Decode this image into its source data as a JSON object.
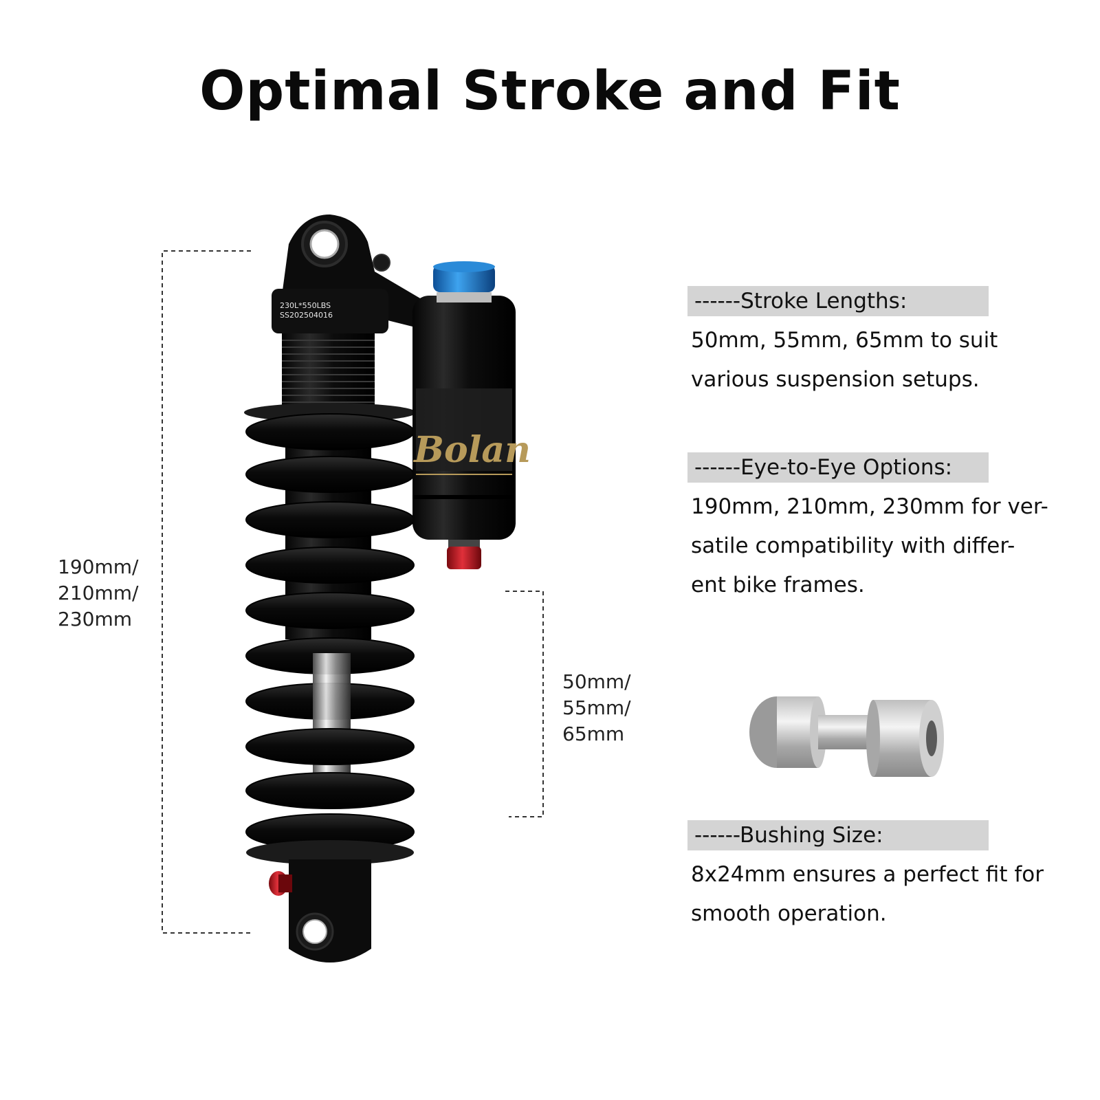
{
  "title": "Optimal Stroke and Fit",
  "dimensions": {
    "eye_to_eye_label": [
      "190mm/",
      "210mm/",
      "230mm"
    ],
    "stroke_label": [
      "50mm/",
      "55mm/",
      "65mm"
    ]
  },
  "shock_markings": {
    "line1": "230L*550LBS",
    "line2": "SS202504016",
    "brand": "Bolan"
  },
  "sections": [
    {
      "tag": "------Stroke Lengths:",
      "lines": [
        "50mm, 55mm, 65mm to suit",
        "various suspension setups."
      ]
    },
    {
      "tag": "------Eye-to-Eye Options:",
      "lines": [
        "190mm, 210mm, 230mm for ver-",
        "satile compatibility with differ-",
        "ent bike frames."
      ]
    },
    {
      "tag": "------Bushing Size:",
      "lines": [
        "8x24mm ensures a perfect fit for",
        "smooth operation."
      ]
    }
  ],
  "colors": {
    "shock_body": "#111111",
    "reservoir_cap": "#1e7fd0",
    "adjuster_red": "#c8141c",
    "brand_gold": "#b79a5a",
    "tag_bg": "#d4d4d4"
  }
}
